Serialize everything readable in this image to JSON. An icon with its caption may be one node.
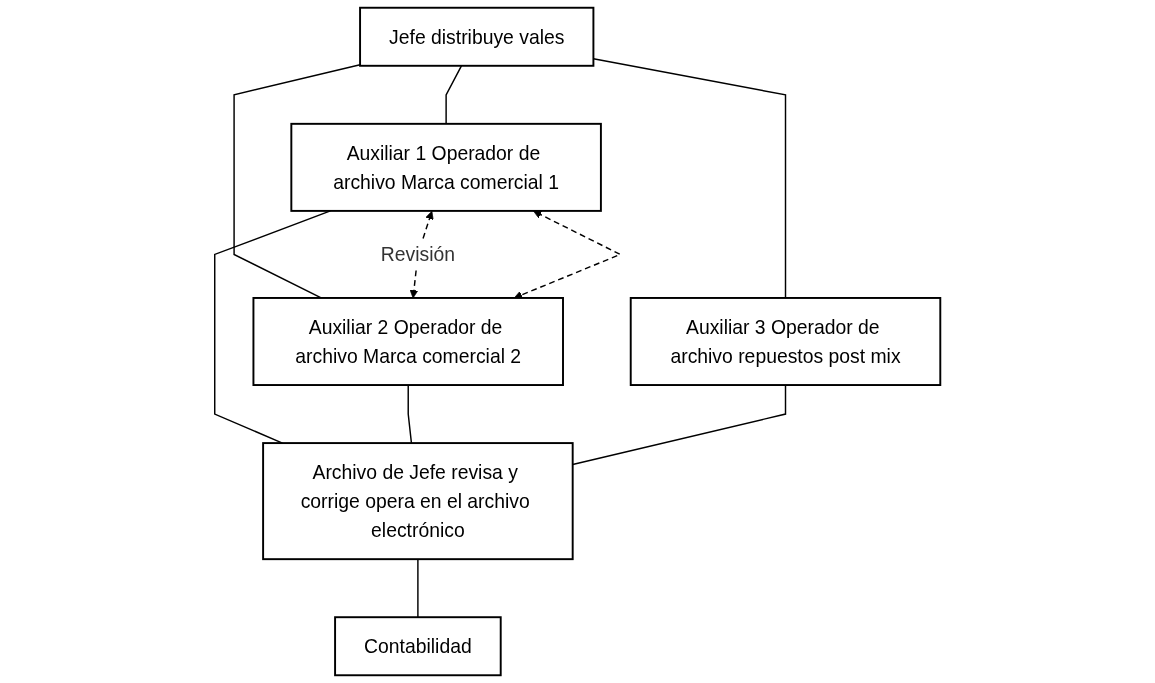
{
  "diagram": {
    "nodes": [
      {
        "text": [
          "Jefe distribuye vales"
        ]
      },
      {
        "text": [
          "Auxiliar 1 Operador de archivo Marca comercial 1"
        ]
      },
      {
        "text": [
          "Auxiliar 2 Operador de archivo Marca comercial 2"
        ]
      },
      {
        "text": [
          "Auxiliar 3 Operador de archivo repuestos post mix"
        ]
      },
      {
        "text": [
          "Archivo de Jefe revisa y corrige opera en el archivo electrónico"
        ]
      },
      {
        "text": [
          "Contabilidad"
        ]
      }
    ],
    "edges": [
      {
        "from": 0,
        "to": 1,
        "arrow": "none"
      },
      {
        "from": 0,
        "to": 2,
        "arrow": "none"
      },
      {
        "from": 0,
        "to": 3,
        "arrow": "none"
      },
      {
        "from": 1,
        "to": 2,
        "arrow": "both",
        "style": "dashed",
        "label": "Revisión"
      },
      {
        "from": 1,
        "to": 2,
        "arrow": "both",
        "style": "dashed"
      },
      {
        "from": 1,
        "to": 4,
        "arrow": "none"
      },
      {
        "from": 2,
        "to": 4,
        "arrow": "none"
      },
      {
        "from": 3,
        "to": 4,
        "arrow": "none"
      },
      {
        "from": 4,
        "to": 5,
        "arrow": "none"
      }
    ]
  }
}
